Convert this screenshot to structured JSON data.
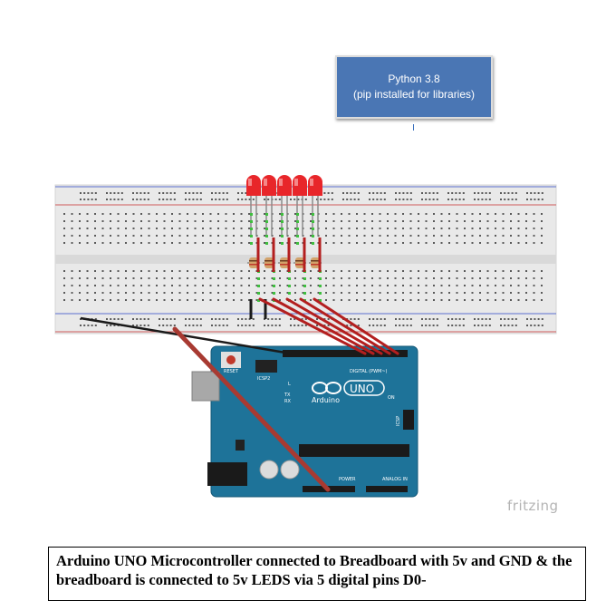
{
  "python_box": {
    "title": "Python 3.8",
    "subtitle": "(pip installed for libraries)"
  },
  "logo": "fritzing",
  "board": {
    "reset_label": "RESET",
    "icsp2_label": "ICSP2",
    "icsp_label": "ICSP",
    "digital_label": "DIGITAL (PWM~)",
    "brand": "Arduino",
    "model": "UNO",
    "tx_label": "TX",
    "rx_label": "RX",
    "l_label": "L",
    "on_label": "ON",
    "power_label": "POWER",
    "analog_label": "ANALOG IN"
  },
  "leds": {
    "count": 5,
    "color": "#e8262a"
  },
  "colors": {
    "board": "#1e7399",
    "wire_red": "#b31f1f",
    "wire_black": "#1a1a1a",
    "breadboard": "#e8e8e8",
    "rail_red": "#d05a5a",
    "rail_blue": "#5a6fd0"
  },
  "caption": "Arduino UNO Microcontroller connected to Breadboard with 5v and GND & the breadboard is connected to 5v LEDS via 5 digital pins D0-"
}
